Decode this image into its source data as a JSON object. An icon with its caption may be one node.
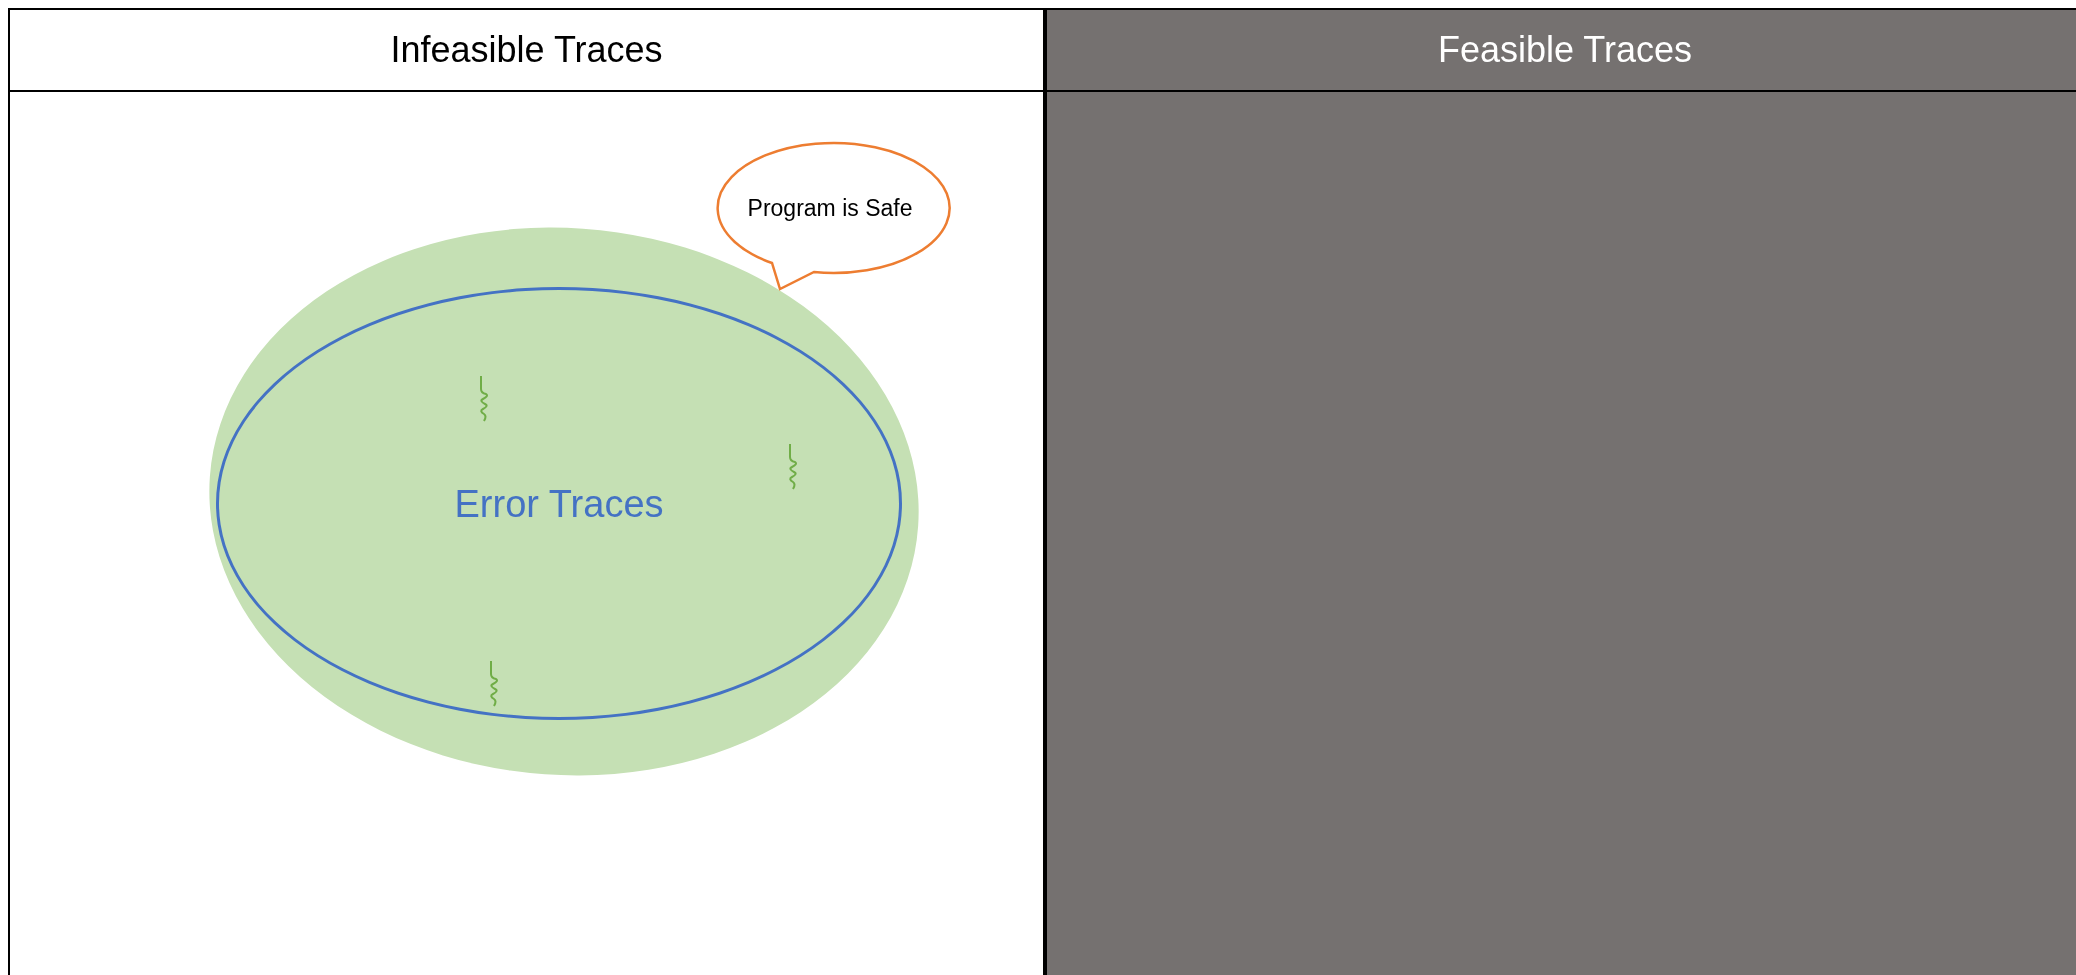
{
  "diagram": {
    "nodes": [
      {
        "text": [
          "Infeasible Traces"
        ]
      },
      {
        "text": [
          "Feasible Traces"
        ]
      },
      {
        "text": [],
        "shape": "ellipse",
        "in": 0
      },
      {
        "text": [
          "Error Traces"
        ],
        "in": 2
      },
      {
        "text": [
          "Program is Safe"
        ],
        "in": 0
      }
    ]
  }
}
